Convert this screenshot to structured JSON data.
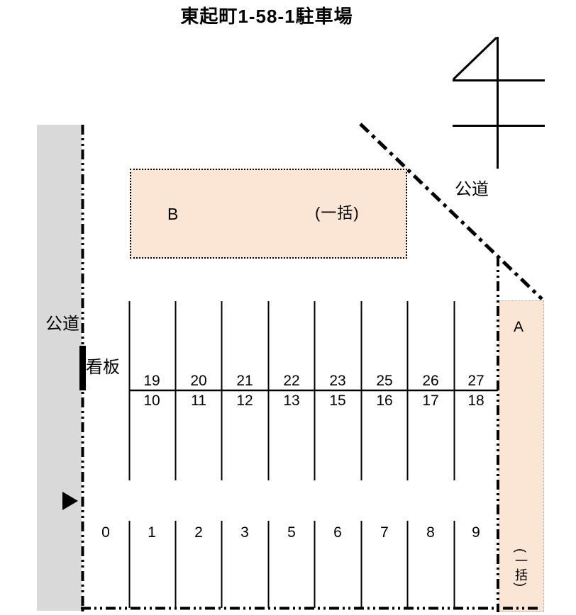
{
  "title": "東起町1-58-1駐車場",
  "colors": {
    "block_fill": "#fbe6d5",
    "road_fill": "#d9d9d9",
    "line": "#000000"
  },
  "labels": {
    "road_left": "公道",
    "road_right": "公道",
    "signboard": "看板",
    "block_b": "B",
    "block_b_note": "(一括)",
    "block_a": "A",
    "block_a_note": "(一括)"
  },
  "stalls": {
    "row_top": [
      "19",
      "20",
      "21",
      "22",
      "23",
      "25",
      "26",
      "27"
    ],
    "row_middle": [
      "10",
      "11",
      "12",
      "13",
      "15",
      "16",
      "17",
      "18"
    ],
    "row_bottom": [
      "0",
      "1",
      "2",
      "3",
      "5",
      "6",
      "7",
      "8",
      "9"
    ]
  }
}
